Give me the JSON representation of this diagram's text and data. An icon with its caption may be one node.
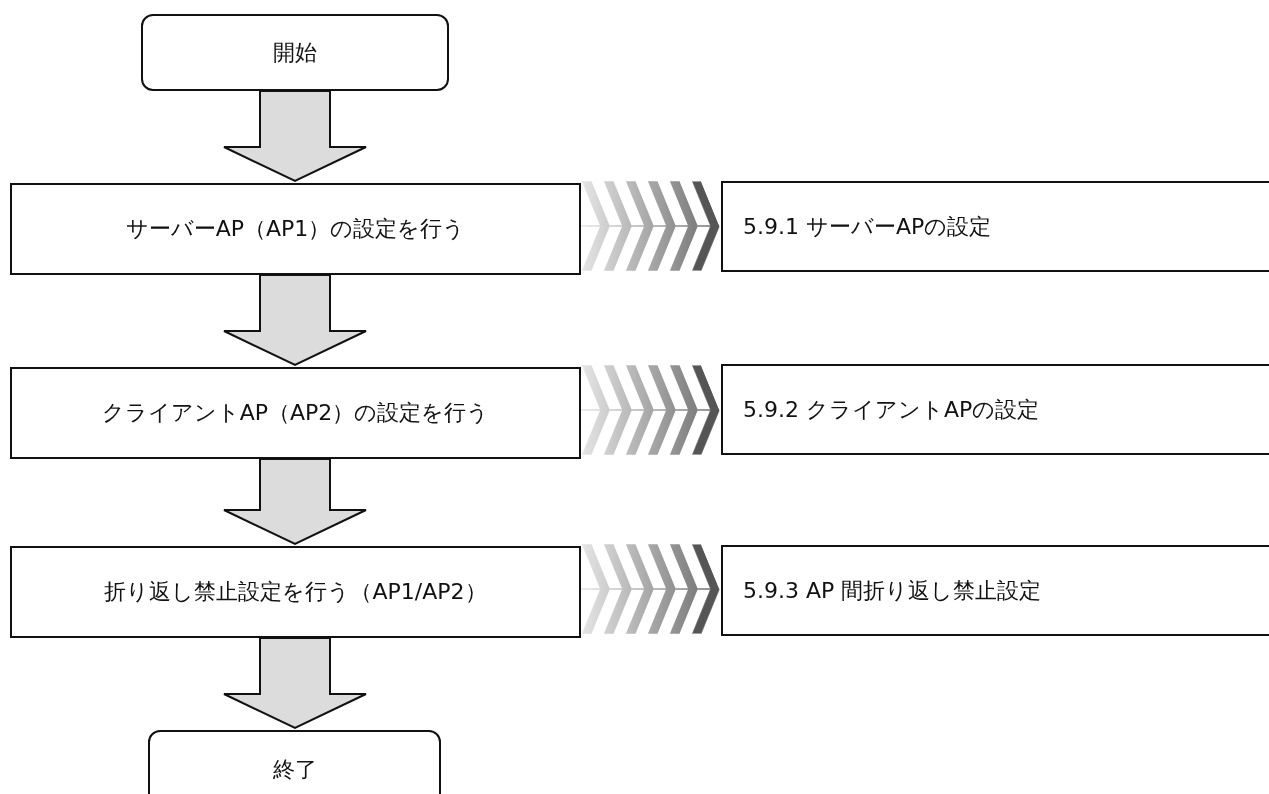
{
  "diagram": {
    "nodes": [
      {
        "text": [
          "開始"
        ]
      },
      {
        "text": [
          "サーバーAP（AP1）の設定を行う"
        ]
      },
      {
        "text": [
          "5.9.1 サーバーAPの設定"
        ]
      },
      {
        "text": [
          "クライアントAP（AP2）の設定を行う"
        ]
      },
      {
        "text": [
          "5.9.2 クライアントAPの設定"
        ]
      },
      {
        "text": [
          "折り返し禁止設定を行う（AP1/AP2）"
        ]
      },
      {
        "text": [
          "5.9.3 AP 間折り返し禁止設定"
        ]
      },
      {
        "text": [
          "終了"
        ]
      }
    ],
    "edges": [
      {
        "from": 0,
        "to": 1,
        "arrow": "to"
      },
      {
        "from": 1,
        "to": 2,
        "arrow": "to"
      },
      {
        "from": 1,
        "to": 3,
        "arrow": "to"
      },
      {
        "from": 3,
        "to": 4,
        "arrow": "to"
      },
      {
        "from": 3,
        "to": 5,
        "arrow": "to"
      },
      {
        "from": 5,
        "to": 6,
        "arrow": "to"
      },
      {
        "from": 5,
        "to": 7,
        "arrow": "to"
      }
    ]
  }
}
